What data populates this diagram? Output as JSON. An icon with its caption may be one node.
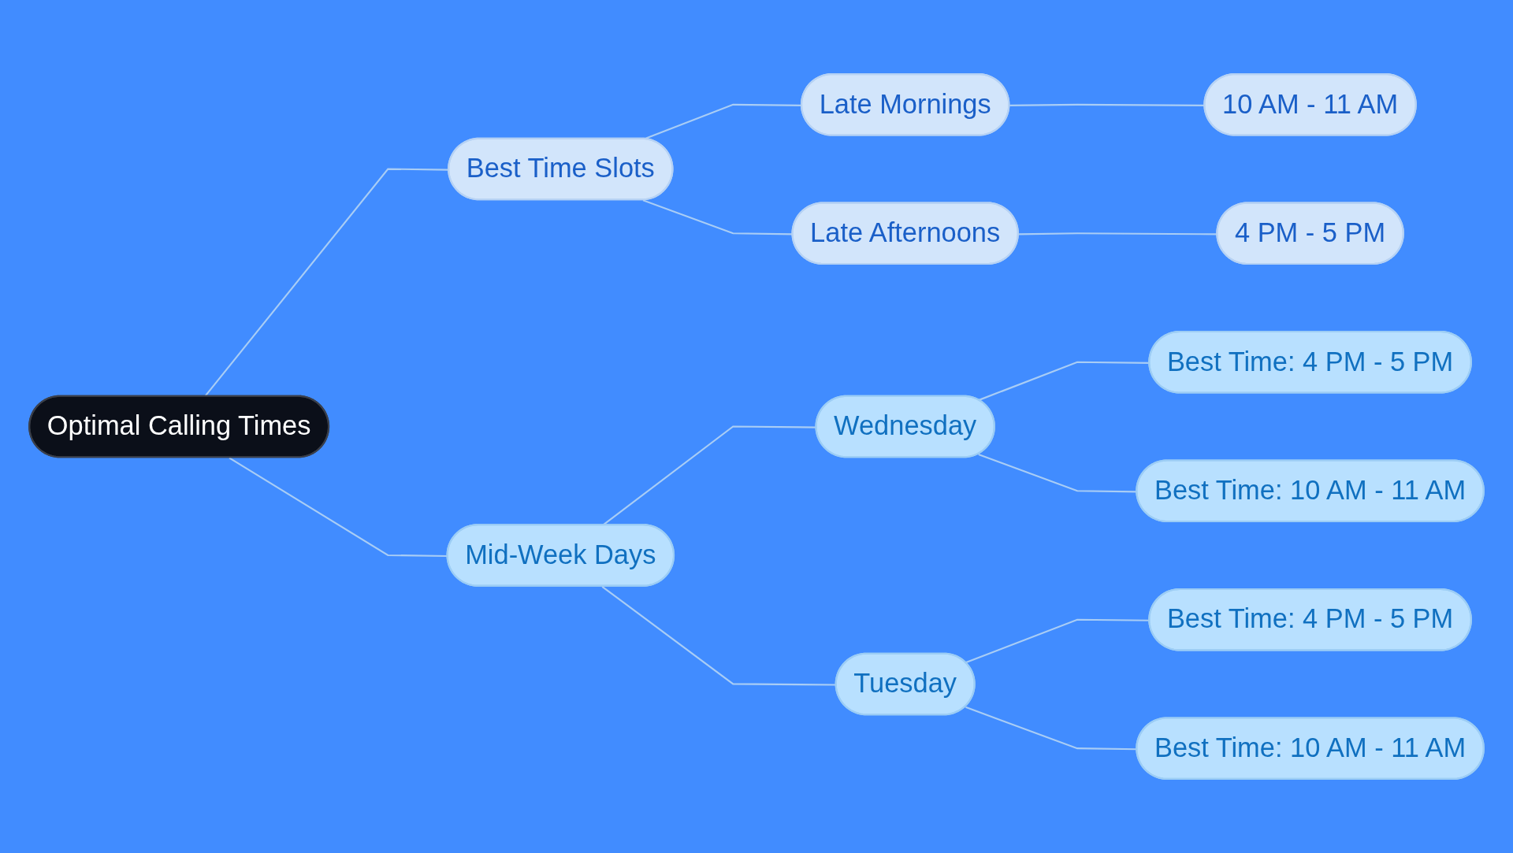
{
  "diagram": {
    "nodes": [
      {
        "text": [
          "Optimal Calling Times"
        ]
      },
      {
        "text": [
          "Best Time Slots"
        ]
      },
      {
        "text": [
          "Late Mornings"
        ]
      },
      {
        "text": [
          "10 AM - 11 AM"
        ]
      },
      {
        "text": [
          "Late Afternoons"
        ]
      },
      {
        "text": [
          "4 PM - 5 PM"
        ]
      },
      {
        "text": [
          "Mid-Week Days"
        ]
      },
      {
        "text": [
          "Wednesday"
        ]
      },
      {
        "text": [
          "Best Time: 4 PM - 5 PM"
        ]
      },
      {
        "text": [
          "Best Time: 10 AM - 11 AM"
        ]
      },
      {
        "text": [
          "Tuesday"
        ]
      },
      {
        "text": [
          "Best Time: 4 PM - 5 PM"
        ]
      },
      {
        "text": [
          "Best Time: 10 AM - 11 AM"
        ]
      }
    ],
    "edges": [
      {
        "from": 0,
        "to": 1,
        "arrow": "none"
      },
      {
        "from": 1,
        "to": 2,
        "arrow": "none"
      },
      {
        "from": 2,
        "to": 3,
        "arrow": "none"
      },
      {
        "from": 1,
        "to": 4,
        "arrow": "none"
      },
      {
        "from": 4,
        "to": 5,
        "arrow": "none"
      },
      {
        "from": 0,
        "to": 6,
        "arrow": "none"
      },
      {
        "from": 6,
        "to": 7,
        "arrow": "none"
      },
      {
        "from": 7,
        "to": 8,
        "arrow": "none"
      },
      {
        "from": 7,
        "to": 9,
        "arrow": "none"
      },
      {
        "from": 6,
        "to": 10,
        "arrow": "none"
      },
      {
        "from": 10,
        "to": 11,
        "arrow": "none"
      },
      {
        "from": 10,
        "to": 12,
        "arrow": "none"
      }
    ]
  }
}
